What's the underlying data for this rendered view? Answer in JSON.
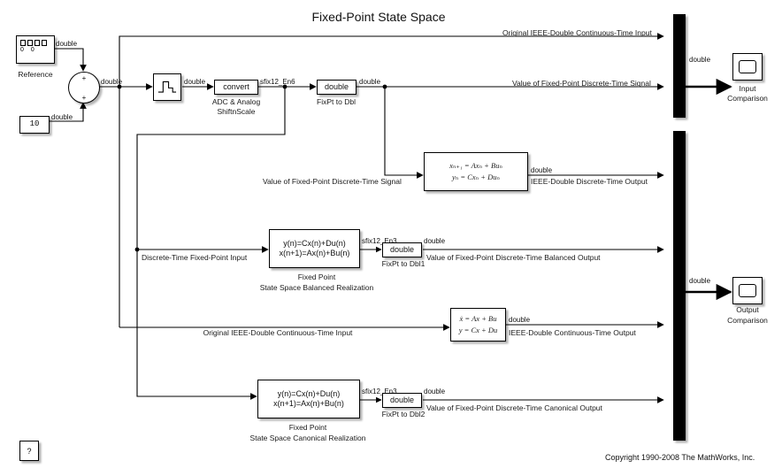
{
  "diagram": {
    "title": "Fixed-Point State Space",
    "copyright": "Copyright 1990-2008 The MathWorks, Inc.",
    "help_label": "?"
  },
  "blocks": {
    "reference": {
      "name": "Reference",
      "digits": "0 0"
    },
    "constant": {
      "value": "10"
    },
    "sum": {
      "sign_top": "+",
      "sign_bottom": "+"
    },
    "zero_order_hold": {
      "name": ""
    },
    "adc": {
      "text": "convert",
      "name_line1": "ADC & Analog",
      "name_line2": "ShiftnScale"
    },
    "fixpt_to_dbl": {
      "text": "double",
      "name": "FixPt to Dbl"
    },
    "fixpt_to_dbl1": {
      "text": "double",
      "name": "FixPt to Dbl1"
    },
    "fixpt_to_dbl2": {
      "text": "double",
      "name": "FixPt to Dbl2"
    },
    "discrete_ss": {
      "eq1": "x",
      "eq1sub": "n+1",
      "eq1rest": " = Ax",
      "eq1sub2": "n",
      "eq1rest2": " + Bu",
      "eq1sub3": "n",
      "line1": "xₙ₊₁ = Axₙ + Buₙ",
      "line2": "yₙ = Cxₙ + Duₙ"
    },
    "continuous_ss": {
      "line1": "ẋ = Ax + Bu",
      "line2": "y = Cx + Du"
    },
    "fp_balanced": {
      "line1": "y(n)=Cx(n)+Du(n)",
      "line2": "x(n+1)=Ax(n)+Bu(n)",
      "name_line1": "Fixed Point",
      "name_line2": "State Space Balanced Realization"
    },
    "fp_canonical": {
      "line1": "y(n)=Cx(n)+Du(n)",
      "line2": "x(n+1)=Ax(n)+Bu(n)",
      "name_line1": "Fixed Point",
      "name_line2": "State Space Canonical Realization"
    },
    "input_scope": {
      "name_line1": "Input",
      "name_line2": "Comparison"
    },
    "output_scope": {
      "name_line1": "Output",
      "name_line2": "Comparison"
    }
  },
  "signal_types": {
    "ref_out": "double",
    "const_out": "double",
    "sum_out": "double",
    "zoh_out": "double",
    "adc_out": "sfix12_En6",
    "fixpt_dbl_out": "double",
    "discrete_ss_out": "double",
    "balanced_out": "sfix12_En3",
    "fixpt_dbl1_out": "double",
    "canonical_out": "sfix12_En3",
    "fixpt_dbl2_out": "double",
    "continuous_ss_out": "double",
    "input_mux_out": "double",
    "output_mux_out": "double"
  },
  "signal_labels": {
    "orig_cont_input_top": "Original IEEE-Double Continuous-Time Input",
    "value_fp_discrete_signal_top": "Value of Fixed-Point Discrete-Time Signal",
    "value_fp_discrete_signal_mid": "Value of Fixed-Point Discrete-Time Signal",
    "ieee_discrete_output": "IEEE-Double Discrete-Time Output",
    "discrete_fp_input": "Discrete-Time Fixed-Point Input",
    "value_fp_balanced_output": "Value of Fixed-Point Discrete-Time Balanced Output",
    "orig_cont_input_mid": "Original IEEE-Double Continuous-Time Input",
    "ieee_cont_output": "IEEE-Double Continuous-Time Output",
    "value_fp_canonical_output": "Value of Fixed-Point Discrete-Time Canonical Output"
  }
}
